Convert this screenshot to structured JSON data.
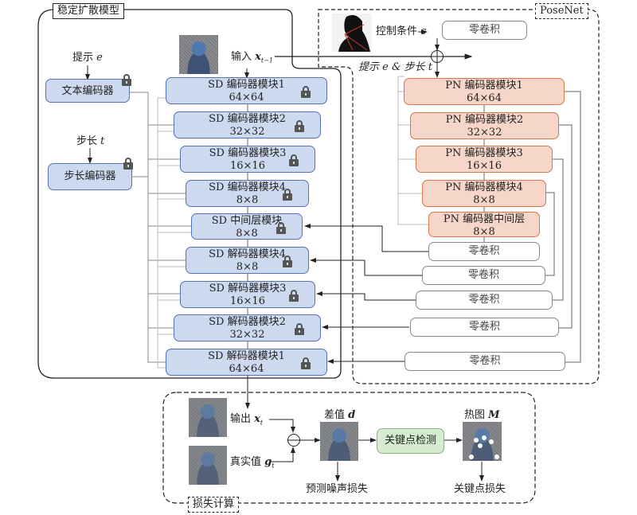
{
  "panels": {
    "sd": "稳定扩散模型",
    "posenet": "PoseNet",
    "loss": "损失计算"
  },
  "left_inputs": {
    "prompt_label": "提示",
    "prompt_var": "e",
    "text_encoder": "文本编码器",
    "step_label": "步长",
    "step_var": "t",
    "step_encoder": "步长编码器"
  },
  "input": {
    "label": "输入",
    "var": "x",
    "sub": "t−1"
  },
  "control": {
    "label": "控制条件",
    "var": "c",
    "prompt_step": "提示 e & 步长 t"
  },
  "sd_blocks": [
    {
      "title": "SD 编码器模块1",
      "size": "64×64"
    },
    {
      "title": "SD 编码器模块2",
      "size": "32×32"
    },
    {
      "title": "SD 编码器模块3",
      "size": "16×16"
    },
    {
      "title": "SD 编码器模块4",
      "size": "8×8"
    },
    {
      "title": "SD 中间层模块",
      "size": "8×8"
    },
    {
      "title": "SD 解码器模块4",
      "size": "8×8"
    },
    {
      "title": "SD 解码器模块3",
      "size": "16×16"
    },
    {
      "title": "SD 解码器模块2",
      "size": "32×32"
    },
    {
      "title": "SD 解码器模块1",
      "size": "64×64"
    }
  ],
  "pn_blocks": [
    {
      "title": "PN 编码器模块1",
      "size": "64×64"
    },
    {
      "title": "PN 编码器模块2",
      "size": "32×32"
    },
    {
      "title": "PN 编码器模块3",
      "size": "16×16"
    },
    {
      "title": "PN 编码器模块4",
      "size": "8×8"
    },
    {
      "title": "PN 编码器中间层",
      "size": "8×8"
    }
  ],
  "zero_conv": "零卷积",
  "loss": {
    "output_label": "输出",
    "output_var": "x",
    "output_sub": "t",
    "gt_label": "真实值",
    "gt_var": "g",
    "gt_sub": "t",
    "diff_label": "差值",
    "diff_var": "d",
    "keypoint_detect": "关键点检测",
    "heatmap_label": "热图",
    "heatmap_var": "M",
    "noise_loss": "预测噪声损失",
    "keypoint_loss": "关键点损失"
  },
  "colors": {
    "sd_fill": "#cdd9ee",
    "sd_border": "#5571b8",
    "pn_fill": "#f6d6c8",
    "pn_border": "#d9734a",
    "kp_fill": "#d6ecd0",
    "kp_border": "#86b87a"
  }
}
